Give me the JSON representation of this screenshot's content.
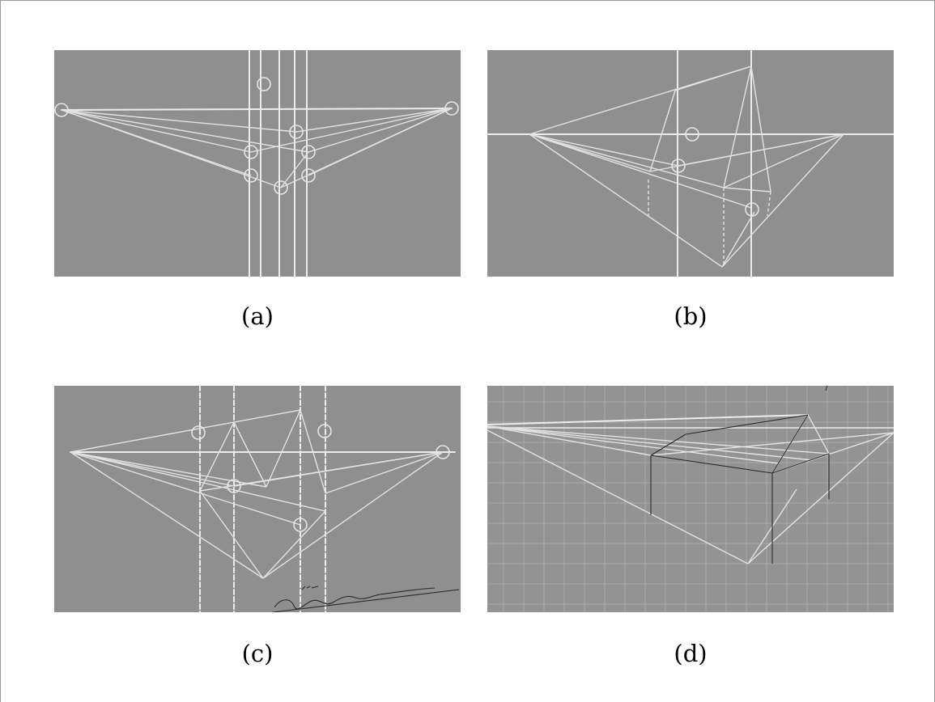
{
  "figure": {
    "panels": [
      {
        "id": "a",
        "caption": "(a)"
      },
      {
        "id": "b",
        "caption": "(b)"
      },
      {
        "id": "c",
        "caption": "(c)"
      },
      {
        "id": "d",
        "caption": "(d)"
      }
    ],
    "colors": {
      "board": "#8f8f8f",
      "chalk": "#ececec",
      "ink": "#2a2a2a",
      "page": "#ffffff"
    }
  }
}
